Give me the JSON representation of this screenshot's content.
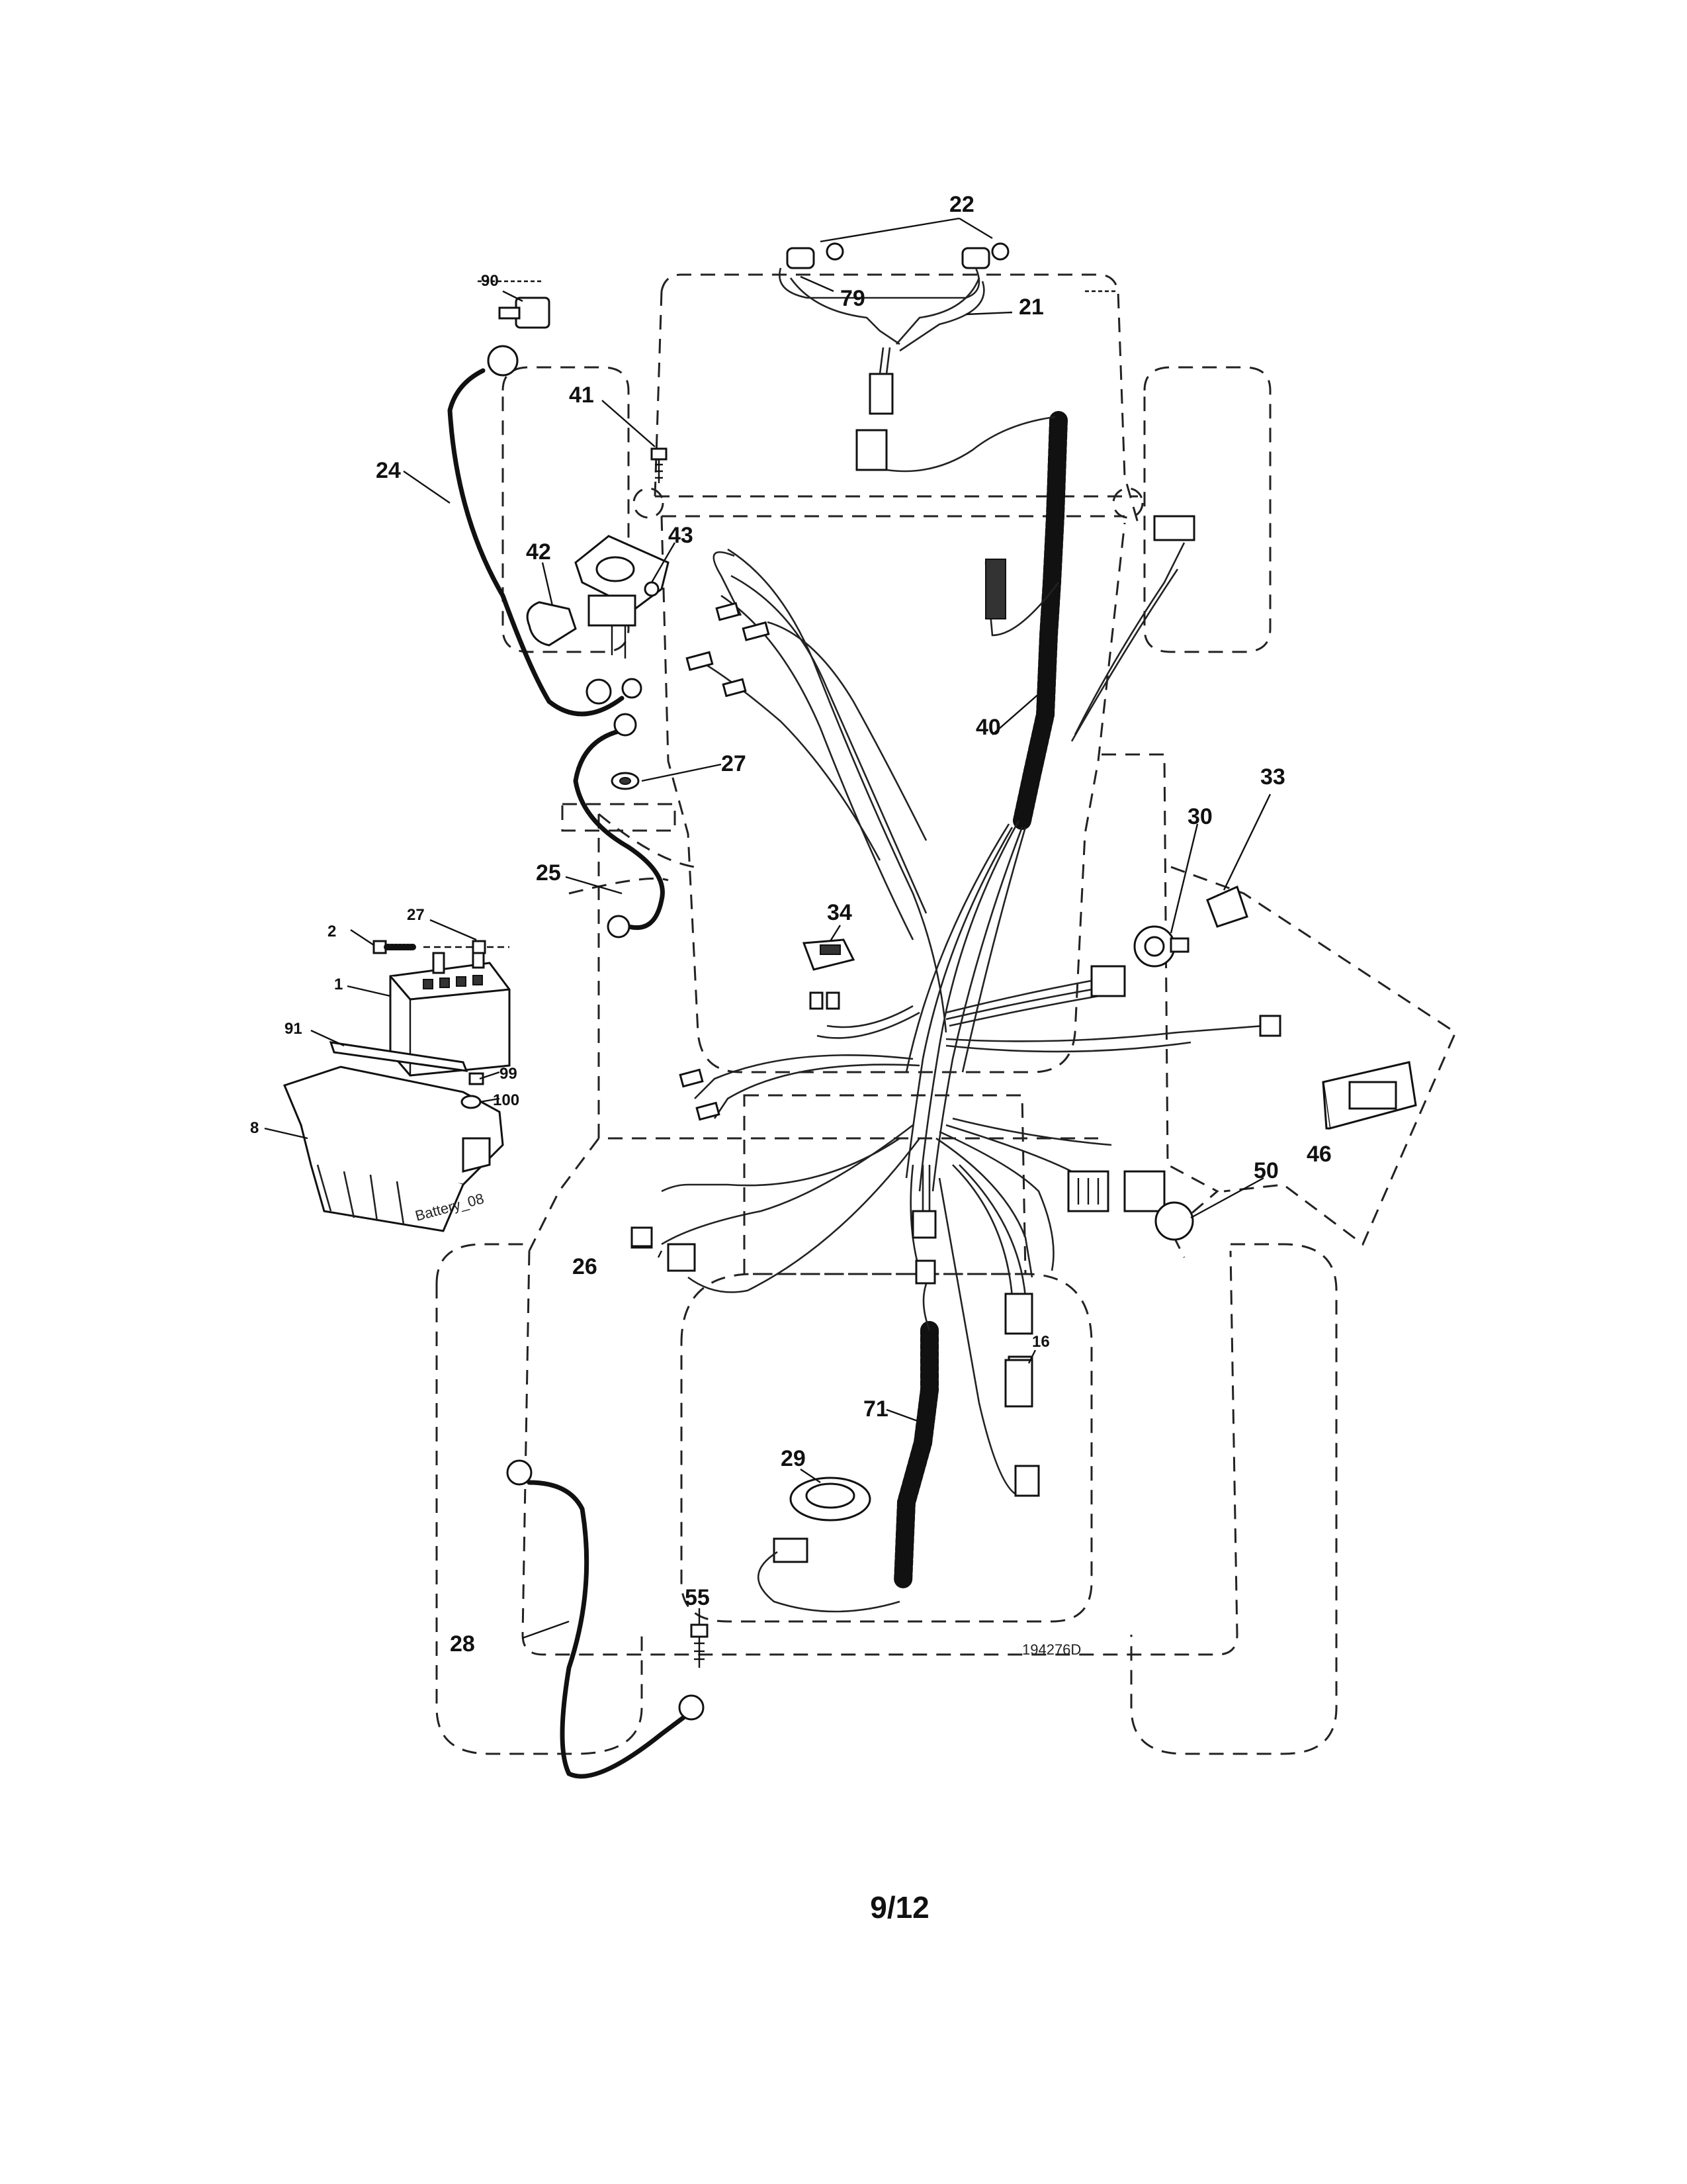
{
  "diagram": {
    "callouts": {
      "c22": "22",
      "c79": "79",
      "c21": "21",
      "c90": "90",
      "c41": "41",
      "c24": "24",
      "c42": "42",
      "c43": "43",
      "c40": "40",
      "c27a": "27",
      "c33": "33",
      "c30": "30",
      "c25": "25",
      "c34": "34",
      "c2": "2",
      "c27b": "27",
      "c1": "1",
      "c91": "91",
      "c99": "99",
      "c100": "100",
      "c8": "8",
      "c50": "50",
      "c46": "46",
      "c26": "26",
      "c16": "16",
      "c71": "71",
      "c29": "29",
      "c55": "55",
      "c28": "28"
    },
    "battery_label": "Battery_08",
    "drawing_number": "194276D"
  },
  "page": {
    "number": "9/12"
  }
}
